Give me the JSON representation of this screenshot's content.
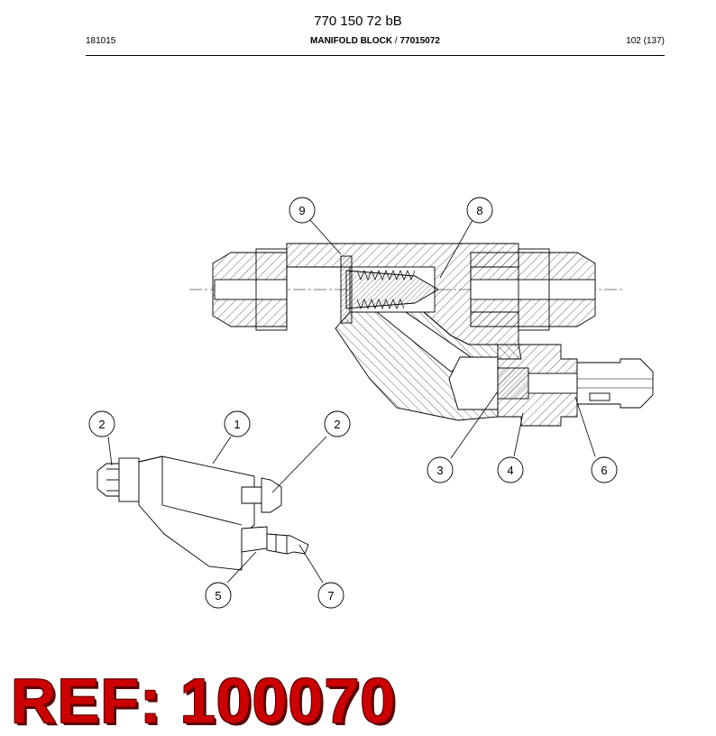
{
  "header": {
    "doc_number": "770 150 72 bB",
    "left_code": "181015",
    "title": "MANIFOLD BLOCK",
    "title_sep": " / ",
    "part_number": "77015072",
    "page": "102 (137)"
  },
  "callouts": [
    "9",
    "8",
    "2",
    "1",
    "2",
    "3",
    "4",
    "6",
    "5",
    "7"
  ],
  "ref": {
    "text": "REF: 100070",
    "color": "#cc0000",
    "outline": "#5a0000"
  }
}
